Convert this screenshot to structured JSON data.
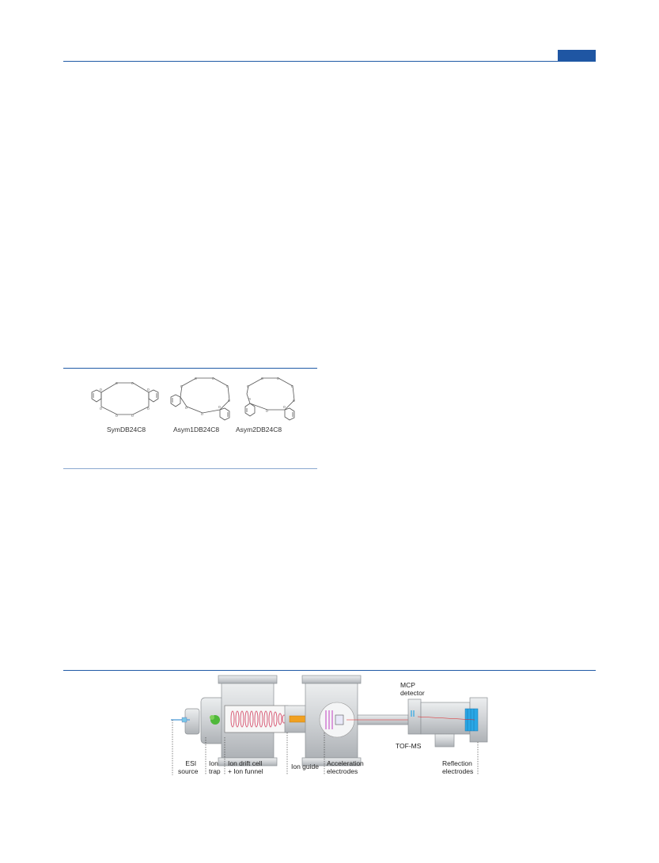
{
  "header": {
    "accent_color": "#1f56a3"
  },
  "figure_molecules": {
    "labels": [
      "SymDB24C8",
      "Asym1DB24C8",
      "Asym2DB24C8"
    ]
  },
  "figure_instrument": {
    "labels": {
      "esi_line1": "ESI",
      "esi_line2": "source",
      "trap_line1": "Ion",
      "trap_line2": "trap",
      "drift_line1": "Ion drift cell",
      "drift_line2": "+ Ion funnel",
      "guide": "Ion guide",
      "accel_line1": "Acceleration",
      "accel_line2": "electrodes",
      "mcp_line1": "MCP",
      "mcp_line2": "detector",
      "tof": "TOF-MS",
      "refl_line1": "Reflection",
      "refl_line2": "electrodes"
    },
    "colors": {
      "chamber": "#d4d6d8",
      "ion_beam": "#f0a020",
      "drift_rings": "#d9607a",
      "reflectron": "#2aa7e6",
      "laser_green": "#3cb030",
      "beam_red": "#e02020"
    }
  }
}
